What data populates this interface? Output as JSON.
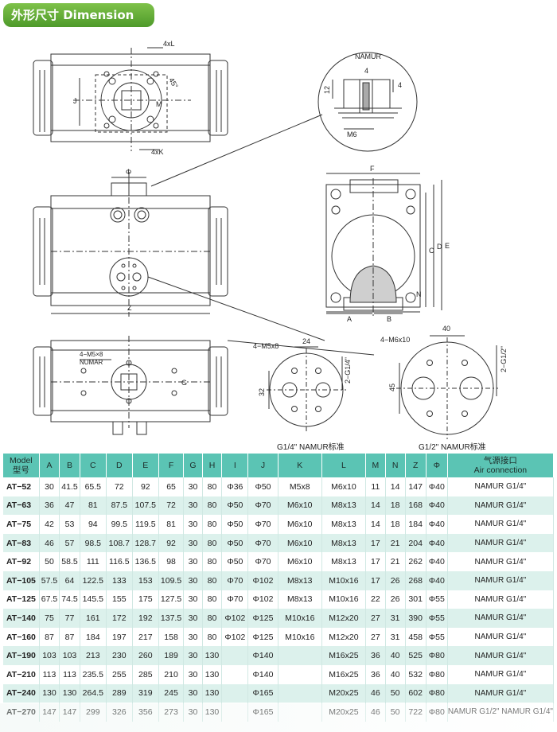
{
  "header": {
    "title": "外形尺寸 Dimension"
  },
  "drawing_labels": {
    "four_x_l": "4xL",
    "four_x_k": "4xK",
    "j": "J",
    "angle_45": "45°",
    "m": "M",
    "namur": "NAMUR",
    "dim_4_top": "4",
    "dim_12": "12",
    "dim_4_side": "4",
    "m6": "M6",
    "phi": "Φ",
    "z": "Z",
    "f": "F",
    "c": "C",
    "d": "D",
    "e": "E",
    "a": "A",
    "b": "B",
    "n": "N",
    "holes_left_small": "4−M5×8",
    "namar": "NUMAR",
    "g": "G",
    "holes_small": "4−M5x8",
    "dim_24": "24",
    "port_g14": "2−G1/4\"",
    "dim_32": "32",
    "holes_large": "4−M6x10",
    "dim_40": "40",
    "port_g12": "2−G1/2\"",
    "dim_45": "45",
    "namur_g14_caption": "G1/4\" NAMUR标准",
    "namur_g12_caption": "G1/2\" NAMUR标准"
  },
  "table": {
    "headers": [
      {
        "line1": "Model",
        "line2": "型号"
      },
      {
        "line1": "A",
        "line2": ""
      },
      {
        "line1": "B",
        "line2": ""
      },
      {
        "line1": "C",
        "line2": ""
      },
      {
        "line1": "D",
        "line2": ""
      },
      {
        "line1": "E",
        "line2": ""
      },
      {
        "line1": "F",
        "line2": ""
      },
      {
        "line1": "G",
        "line2": ""
      },
      {
        "line1": "H",
        "line2": ""
      },
      {
        "line1": "I",
        "line2": ""
      },
      {
        "line1": "J",
        "line2": ""
      },
      {
        "line1": "K",
        "line2": ""
      },
      {
        "line1": "L",
        "line2": ""
      },
      {
        "line1": "M",
        "line2": ""
      },
      {
        "line1": "N",
        "line2": ""
      },
      {
        "line1": "Z",
        "line2": ""
      },
      {
        "line1": "Φ",
        "line2": ""
      },
      {
        "line1": "气源接口",
        "line2": "Air connection"
      }
    ],
    "rows": [
      [
        "AT−52",
        "30",
        "41.5",
        "65.5",
        "72",
        "92",
        "65",
        "30",
        "80",
        "Φ36",
        "Φ50",
        "M5x8",
        "M6x10",
        "11",
        "14",
        "147",
        "Φ40",
        "NAMUR G1/4\""
      ],
      [
        "AT−63",
        "36",
        "47",
        "81",
        "87.5",
        "107.5",
        "72",
        "30",
        "80",
        "Φ50",
        "Φ70",
        "M6x10",
        "M8x13",
        "14",
        "18",
        "168",
        "Φ40",
        "NAMUR G1/4\""
      ],
      [
        "AT−75",
        "42",
        "53",
        "94",
        "99.5",
        "119.5",
        "81",
        "30",
        "80",
        "Φ50",
        "Φ70",
        "M6x10",
        "M8x13",
        "14",
        "18",
        "184",
        "Φ40",
        "NAMUR G1/4\""
      ],
      [
        "AT−83",
        "46",
        "57",
        "98.5",
        "108.7",
        "128.7",
        "92",
        "30",
        "80",
        "Φ50",
        "Φ70",
        "M6x10",
        "M8x13",
        "17",
        "21",
        "204",
        "Φ40",
        "NAMUR G1/4\""
      ],
      [
        "AT−92",
        "50",
        "58.5",
        "111",
        "116.5",
        "136.5",
        "98",
        "30",
        "80",
        "Φ50",
        "Φ70",
        "M6x10",
        "M8x13",
        "17",
        "21",
        "262",
        "Φ40",
        "NAMUR G1/4\""
      ],
      [
        "AT−105",
        "57.5",
        "64",
        "122.5",
        "133",
        "153",
        "109.5",
        "30",
        "80",
        "Φ70",
        "Φ102",
        "M8x13",
        "M10x16",
        "17",
        "26",
        "268",
        "Φ40",
        "NAMUR G1/4\""
      ],
      [
        "AT−125",
        "67.5",
        "74.5",
        "145.5",
        "155",
        "175",
        "127.5",
        "30",
        "80",
        "Φ70",
        "Φ102",
        "M8x13",
        "M10x16",
        "22",
        "26",
        "301",
        "Φ55",
        "NAMUR G1/4\""
      ],
      [
        "AT−140",
        "75",
        "77",
        "161",
        "172",
        "192",
        "137.5",
        "30",
        "80",
        "Φ102",
        "Φ125",
        "M10x16",
        "M12x20",
        "27",
        "31",
        "390",
        "Φ55",
        "NAMUR G1/4\""
      ],
      [
        "AT−160",
        "87",
        "87",
        "184",
        "197",
        "217",
        "158",
        "30",
        "80",
        "Φ102",
        "Φ125",
        "M10x16",
        "M12x20",
        "27",
        "31",
        "458",
        "Φ55",
        "NAMUR G1/4\""
      ],
      [
        "AT−190",
        "103",
        "103",
        "213",
        "230",
        "260",
        "189",
        "30",
        "130",
        "",
        "Φ140",
        "",
        "M16x25",
        "36",
        "40",
        "525",
        "Φ80",
        "NAMUR G1/4\""
      ],
      [
        "AT−210",
        "113",
        "113",
        "235.5",
        "255",
        "285",
        "210",
        "30",
        "130",
        "",
        "Φ140",
        "",
        "M16x25",
        "36",
        "40",
        "532",
        "Φ80",
        "NAMUR G1/4\""
      ],
      [
        "AT−240",
        "130",
        "130",
        "264.5",
        "289",
        "319",
        "245",
        "30",
        "130",
        "",
        "Φ165",
        "",
        "M20x25",
        "46",
        "50",
        "602",
        "Φ80",
        "NAMUR G1/4\""
      ],
      [
        "AT−270",
        "147",
        "147",
        "299",
        "326",
        "356",
        "273",
        "30",
        "130",
        "",
        "Φ165",
        "",
        "M20x25",
        "46",
        "50",
        "722",
        "Φ80",
        "NAMUR G1/2\" NAMUR G1/4\""
      ]
    ]
  }
}
